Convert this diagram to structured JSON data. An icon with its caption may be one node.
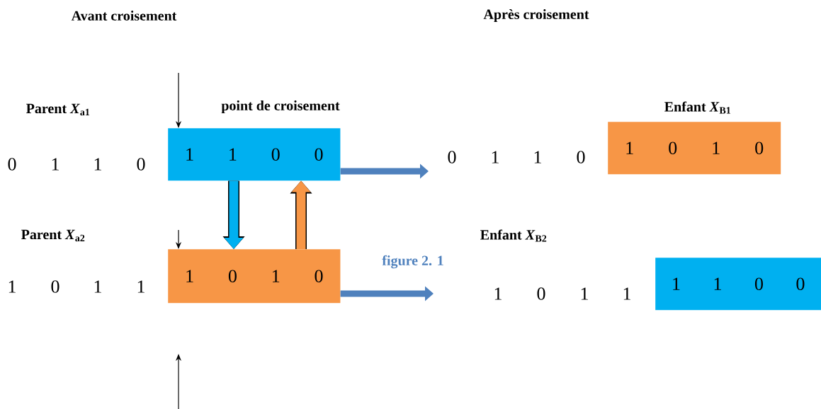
{
  "diagram": {
    "nodes": [
      {
        "text": [
          "1",
          "1",
          "0",
          "0"
        ]
      },
      {
        "text": [
          "1",
          "0",
          "1",
          "0"
        ]
      },
      {
        "text": [
          "1",
          "0",
          "1",
          "0"
        ]
      },
      {
        "text": [
          "1",
          "1",
          "0",
          "0"
        ]
      }
    ],
    "edges": [
      {
        "from": null,
        "to": 0,
        "arrow": "to",
        "color": "#000000"
      },
      {
        "from": null,
        "to": 2,
        "arrow": "to",
        "color": "#000000"
      },
      {
        "from": 0,
        "to": 2,
        "arrow": "to",
        "color": "#00b0f0"
      },
      {
        "from": 2,
        "to": 0,
        "arrow": "to",
        "color": "#f79646"
      },
      {
        "from": 0,
        "to": null,
        "arrow": "to",
        "color": "#4f81bd"
      },
      {
        "from": 2,
        "to": null,
        "arrow": "to",
        "color": "#4f81bd"
      }
    ],
    "labels": [
      "Avant croisement",
      "Après croisement",
      "Parent *X*$_{a1}$",
      "point de croisement",
      "Enfant *X*$_{B1}$",
      "0",
      "1",
      "1",
      "0",
      "0",
      "1",
      "1",
      "0",
      "Parent *X*$_{a2}$",
      "Enfant *X*$_{B2}$",
      "figure 2. 1",
      "1",
      "0",
      "1",
      "1",
      "1",
      "0",
      "1",
      "1"
    ]
  }
}
